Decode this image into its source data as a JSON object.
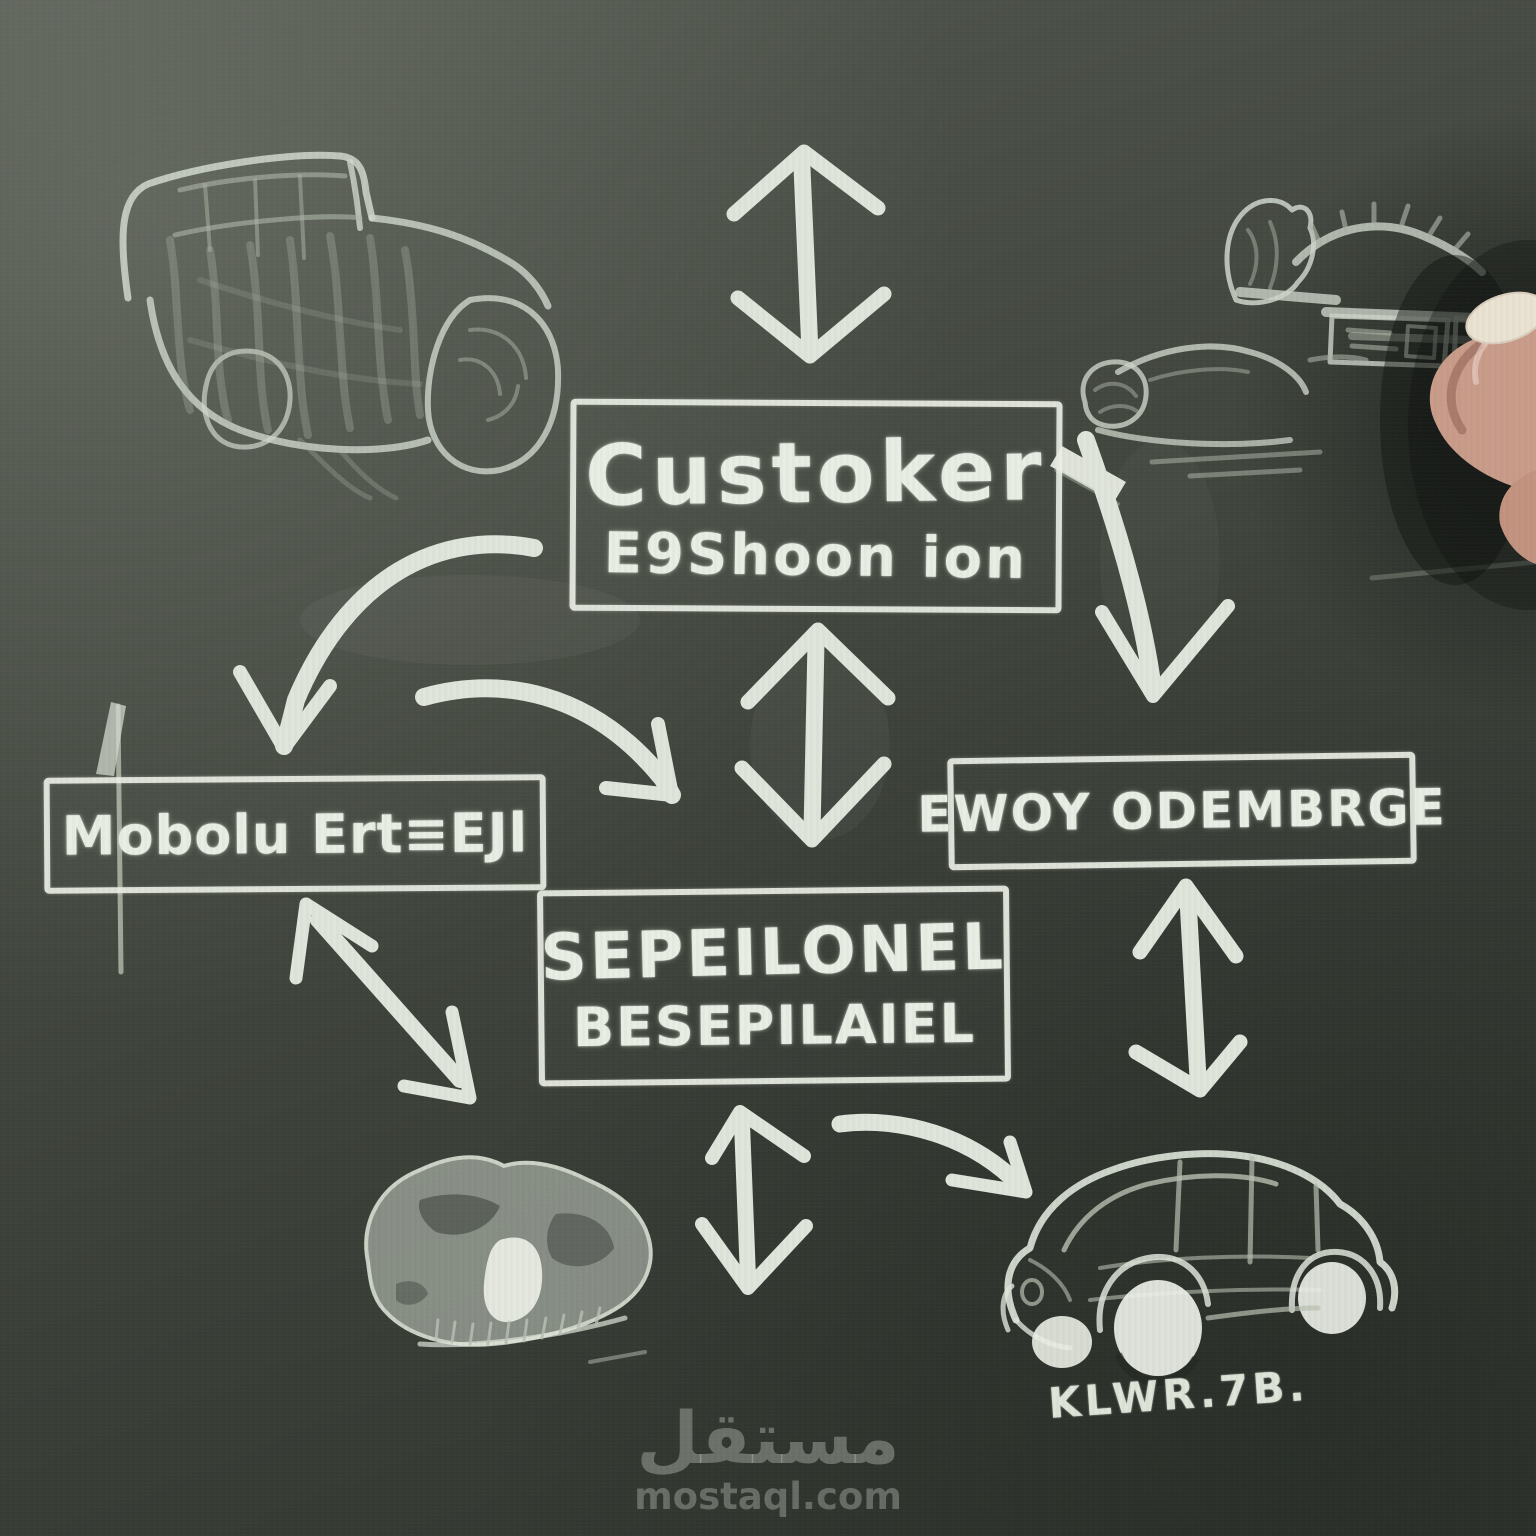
{
  "palette": {
    "board_dark": "#343932",
    "board_light": "#595e55",
    "chalk": "#e9eee4",
    "chalk_dim": "#b9c0b2",
    "skin": "#c99c8a",
    "fingernail": "#eae2d2"
  },
  "nodes": {
    "top": {
      "line1": "Custoker",
      "line2": "E9Shoon ion"
    },
    "left": {
      "line1": "Mobolu Ert≡EJl"
    },
    "center": {
      "line1": "SEPEILONEL",
      "line2": "BESEPILAIEL"
    },
    "right": {
      "line1": "EWOY ODEMBRGE"
    }
  },
  "sketches": {
    "top_left": "vintage-car-chalk-sketch",
    "top_right": "car-scene-chalk-sketch",
    "bottom_left": "rock-chalk-sketch",
    "bottom_right": "beetle-car-chalk-sketch",
    "hand": "artist-fingertip-with-chalk",
    "chalk_stick": "chalk-stick"
  },
  "signature": {
    "text": "KLWR.7B."
  },
  "watermark": {
    "arabic": "مستقل",
    "latin": "mostaql.com"
  }
}
